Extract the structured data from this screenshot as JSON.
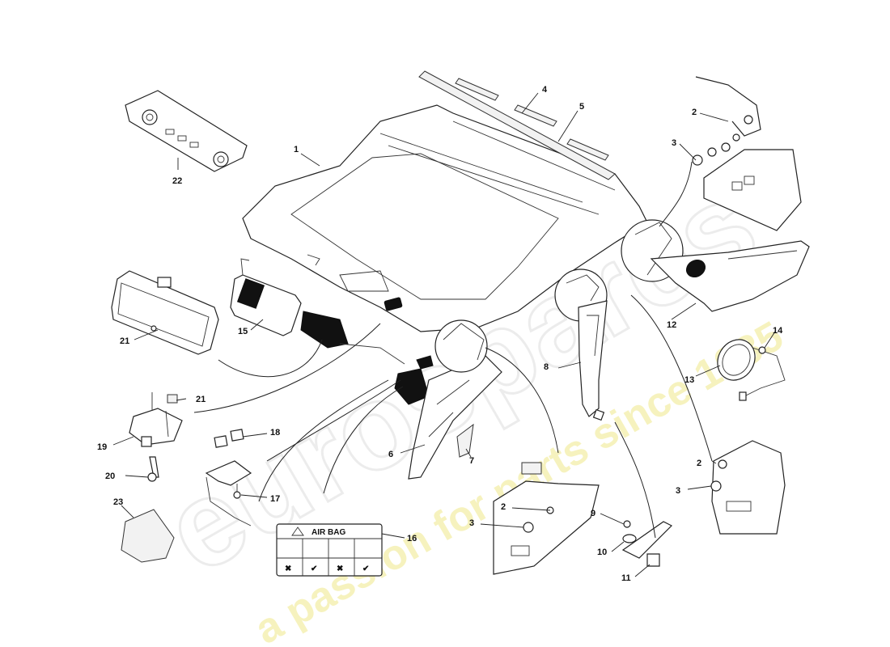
{
  "watermark": {
    "brand": "eurospares",
    "tagline": "a passion for parts since 1985",
    "tagline_color": "#efe98a",
    "brand_color": "#e6e6e6"
  },
  "airbag_label": {
    "title": "AIR BAG",
    "marks": [
      "✖",
      "✔",
      "✖",
      "✔"
    ]
  },
  "callouts": {
    "c1": "1",
    "c2a": "2",
    "c2b": "2",
    "c2c": "2",
    "c3a": "3",
    "c3b": "3",
    "c3c": "3",
    "c4": "4",
    "c5": "5",
    "c6": "6",
    "c7": "7",
    "c8": "8",
    "c9": "9",
    "c10": "10",
    "c11": "11",
    "c12": "12",
    "c13": "13",
    "c14": "14",
    "c15": "15",
    "c16": "16",
    "c17": "17",
    "c18": "18",
    "c19": "19",
    "c20": "20",
    "c21a": "21",
    "c21b": "21",
    "c22": "22",
    "c23": "23"
  }
}
